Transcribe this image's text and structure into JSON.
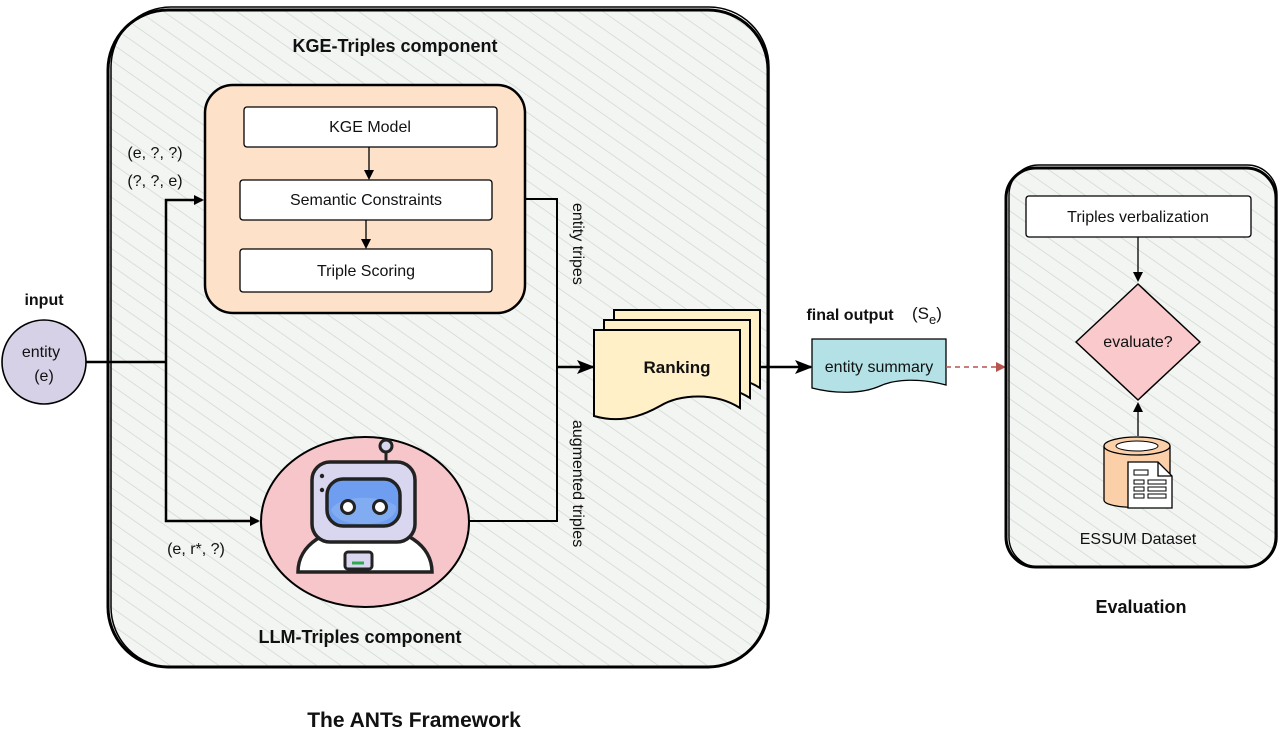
{
  "framework": {
    "title": "The ANTs Framework",
    "kge_component_label": "KGE-Triples component",
    "llm_component_label": "LLM-Triples component"
  },
  "input": {
    "label": "input",
    "node_line1": "entity",
    "node_line2": "(e)"
  },
  "kge": {
    "query1": "(e, ?, ?)",
    "query2": "(?, ?, e)",
    "steps": [
      "KGE Model",
      "Semantic Constraints",
      "Triple Scoring"
    ]
  },
  "llm": {
    "query": "(e, r*, ?)"
  },
  "edges": {
    "entity_triples": "entity tripes",
    "augmented_triples": "augmented triples"
  },
  "ranking": {
    "label": "Ranking"
  },
  "output": {
    "label": "final output",
    "symbol_base": "(S",
    "symbol_sub": "e",
    "symbol_close": ")",
    "summary": "entity summary"
  },
  "evaluation": {
    "verbalization": "Triples verbalization",
    "decision": "evaluate?",
    "dataset": "ESSUM Dataset",
    "title": "Evaluation"
  },
  "colors": {
    "panel_fill": "#edf1ee",
    "kge_fill": "#fde1c8",
    "llm_fill": "#f6c6ca",
    "entity_fill": "#d6d1e6",
    "ranking_fill": "#fff0c8",
    "summary_fill": "#b3e1e6",
    "decision_fill": "#f9c9cc",
    "dataset_fill": "#fbd0a8",
    "dashed_edge": "#b85450"
  }
}
